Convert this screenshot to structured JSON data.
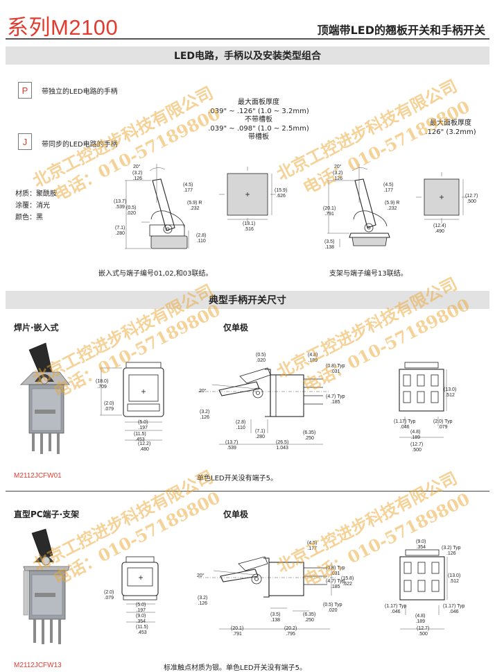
{
  "header": {
    "series": "系列M2100",
    "subtitle": "顶端带LED的翘板开关和手柄开关"
  },
  "section1": {
    "title": "LED电路，手柄以及安装类型组合",
    "codes": [
      {
        "code": "P",
        "desc": "带独立的LED电路的手柄"
      },
      {
        "code": "J",
        "desc": "带同步的LED电路的手柄"
      }
    ],
    "panel": {
      "max_label": "最大面板厚度",
      "range1": ".039\" ~ .126\" (1.0 ~ 3.2mm)",
      "no_groove": "不带槽板",
      "range2": ".039\" ~ .098\" (1.0 ~ 2.5mm)",
      "with_groove": "带槽板",
      "right_max_label": "最大面板厚度",
      "right_range": ".126\" (3.2mm)"
    },
    "materials": [
      {
        "label": "材质：",
        "value": "聚酰胺"
      },
      {
        "label": "涂覆：",
        "value": "消光"
      },
      {
        "label": "颜色：",
        "value": "黑"
      }
    ],
    "caption_left": "嵌入式与端子编号01,02,和03联结。",
    "caption_right": "支架与端子编号13联结。",
    "dims_left": {
      "angle": "20°",
      "d1": "(3.2)\n.126",
      "d2": "(4.5)\n.177",
      "d3": "(13.7)\n.539",
      "d4": "(0.5)\n.020",
      "d5": "(5.9) R\n.232",
      "d6": "(7.1)\n.280",
      "d7": "(2.8)\n.110"
    },
    "square_left": {
      "h": "(15.9)\n.626",
      "w": "(13.1)\n.516"
    },
    "dims_right": {
      "angle": "20°",
      "d1": "(3.2)\n.126",
      "d2": "(4.5)\n.177",
      "d3": "(20.1)\n.791",
      "d4": "(5.9) R\n.232",
      "d5": "(3.5)\n.138"
    },
    "square_right": {
      "h": "(12.7)\n.500",
      "w": "(12.4)\n.490"
    }
  },
  "section2": {
    "title": "典型手柄开关尺寸",
    "row1": {
      "title": "焊片·嵌入式",
      "pole": "仅单极",
      "part": "M2112JCFW01",
      "note": "单色LED开关没有端子5。",
      "dims": {
        "a": "(18.0)\n.709",
        "b": "(2.0)\n.079",
        "c": "(5.0)\n.197",
        "d": "(11.5)\n.453",
        "e": "(12.2)\n.480",
        "f": "(0.5)\n.020",
        "g": "(4.8)\n.189",
        "h": "(0.8) Typ\n.031",
        "i": "(4.7) Typ\n.185",
        "ang": "20°",
        "j": "(3.2)\n.126",
        "k": "(2.8)\n.110",
        "l": "(7.1)\n.280",
        "m": "(6.35)\n.250",
        "n": "(13.7)\n.539",
        "o": "(26.5)\n1.043",
        "p": "(13.0)\n.512",
        "q": "(1.17) Typ\n.046",
        "r": "(4.8)\n.189",
        "s": "(2.0) Typ\n.079",
        "t": "(12.7)\n.500"
      }
    },
    "row2": {
      "title": "直型PC端子·支架",
      "pole": "仅单极",
      "part": "M2112JCFW13",
      "note": "标准触点材质为银。单色LED开关没有端子5。",
      "dims": {
        "a": "(2.0)\n.079",
        "b": "(5.0)\n.197",
        "c": "(9.0)\n.354",
        "d": "(11.5)\n.453",
        "e": "(4.5)\n.177",
        "f": "(0.8) Typ\n.031",
        "g": "(4.7) Typ\n.185",
        "h": "(15.8)\n.622",
        "ang": "20°",
        "i": "(3.2)\n.126",
        "j": "(0.5) Typ\n.020",
        "k": "(3.5)\n.138",
        "l": "(6.35)\n.250",
        "m": "(20.1)\n.791",
        "n": "(20.2)\n.795",
        "o": "(9.0)\n.354",
        "p": "(3.2) Typ\n.126",
        "q": "(13.0)\n.512",
        "r": "(1.17) Typ\n.046",
        "s": "(4.8)\n.189",
        "t": "(1.17) Typ\n.046",
        "u": "(12.7)\n.500"
      }
    }
  },
  "watermark": {
    "company": "北京工控进步科技有限公司",
    "phone": "电话：010-57189800"
  }
}
